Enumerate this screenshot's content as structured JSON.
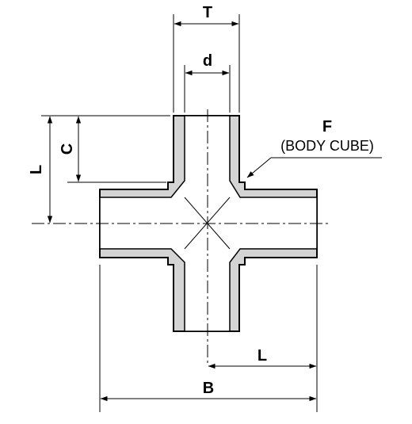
{
  "labels": {
    "T": "T",
    "d": "d",
    "C": "C",
    "L_left": "L",
    "L_bottom": "L",
    "B": "B",
    "F": "F",
    "body_cube": "(BODY CUBE)"
  },
  "colors": {
    "wall_fill": "#d4d4d4",
    "bore_fill": "#ffffff",
    "outline": "#000000"
  }
}
